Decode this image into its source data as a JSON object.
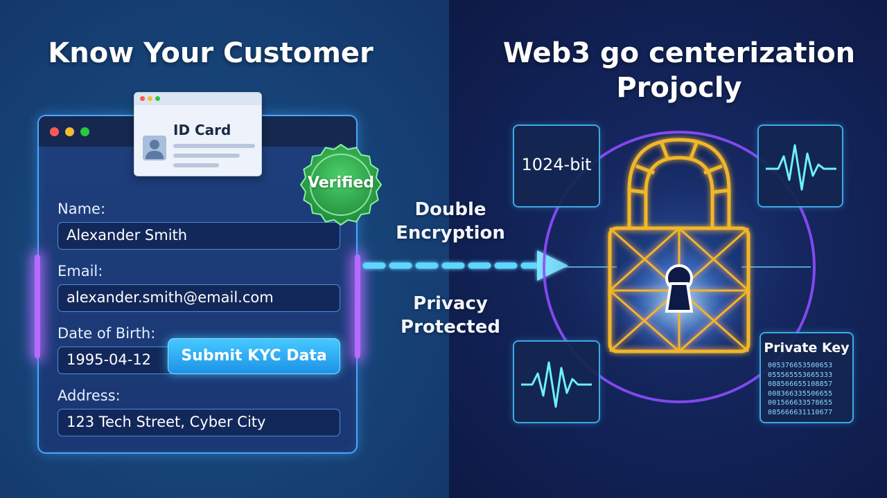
{
  "left": {
    "title": "Know Your Customer",
    "id_card_title": "ID Card",
    "verified_label": "Verified",
    "fields": {
      "name_label": "Name:",
      "name_value": "Alexander Smith",
      "email_label": "Email:",
      "email_value": "alexander.smith@email.com",
      "dob_label": "Date of Birth:",
      "dob_value": "1995-04-12",
      "address_label": "Address:",
      "address_value": "123 Tech Street, Cyber City"
    },
    "submit_label": "Submit KYC Data"
  },
  "middle": {
    "encryption_label": "Double\nEncryption",
    "privacy_label": "Privacy\nProtected"
  },
  "right": {
    "title": "Web3 go centerization\nProjocly",
    "bit_label": "1024-bit",
    "private_key_title": "Private Key",
    "private_key_lines": [
      "005376653500653",
      "055565553665333",
      "088566655108857",
      "008366335506655",
      "001566633578655",
      "085666631110677"
    ]
  },
  "colors": {
    "accent_cyan": "#45c9ff",
    "lock_gold": "#f2b62b",
    "ring_purple": "#8f4dff",
    "verified_green": "#2faa4c",
    "tile_border": "#3fa9e6"
  },
  "icons": [
    "window-dots-icon",
    "id-avatar-icon",
    "verified-seal-icon",
    "dashed-arrow-icon",
    "padlock-icon",
    "waveform-icon"
  ]
}
